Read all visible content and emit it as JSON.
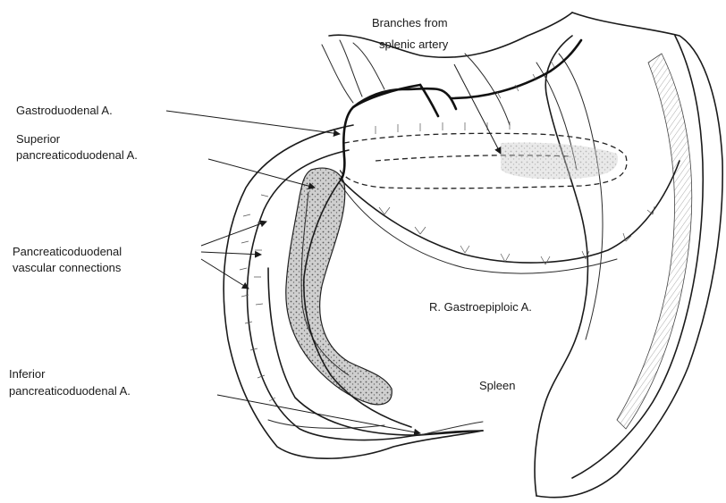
{
  "labels": {
    "branches_splenic_line1": "Branches from",
    "branches_splenic_line2": "splenic artery",
    "gastroduodenal": "Gastroduodenal A.",
    "superior_line1": "Superior",
    "superior_line2": "pancreaticoduodenal A.",
    "pd_connections_line1": "Pancreaticoduodenal",
    "pd_connections_line2": "vascular connections",
    "r_gastroepiploic": "R. Gastroepiploic A.",
    "inferior_line1": "Inferior",
    "inferior_line2": "pancreaticoduodenal A.",
    "spleen": "Spleen"
  }
}
